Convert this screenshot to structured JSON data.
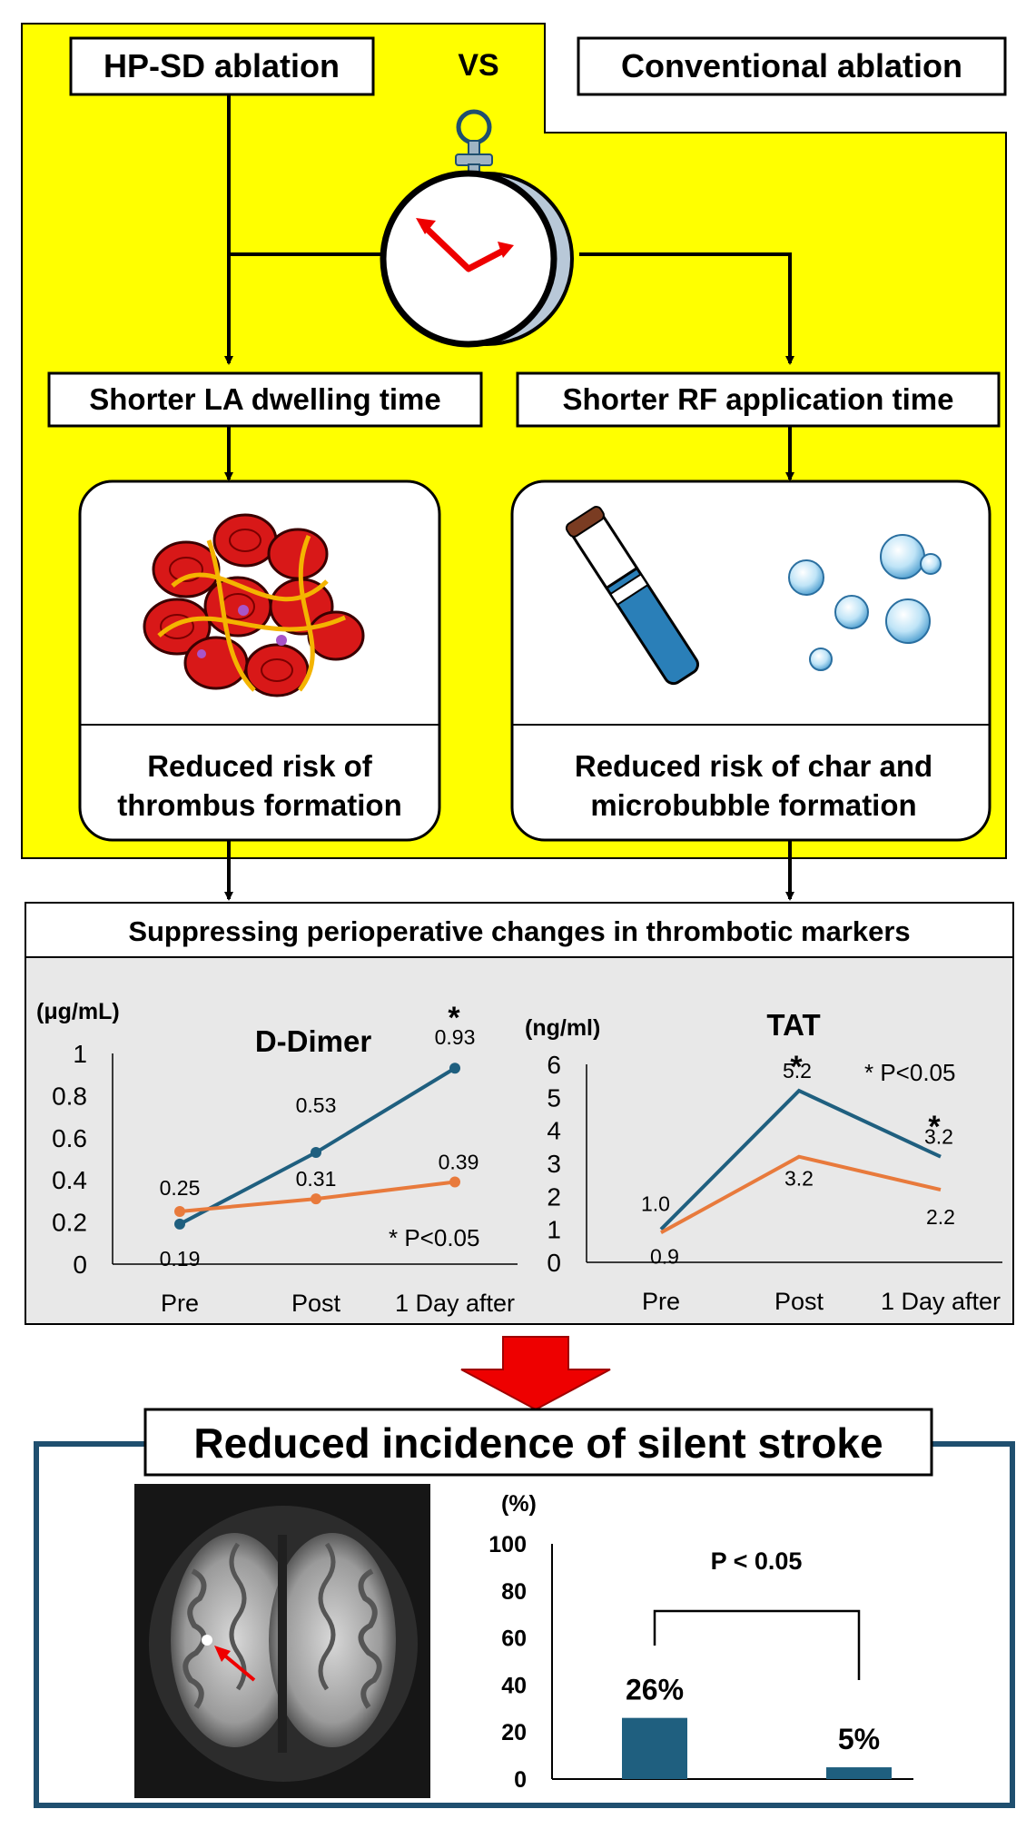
{
  "top": {
    "hpsd_label": "HP-SD ablation",
    "vs_label": "VS",
    "conventional_label": "Conventional ablation",
    "left_step": "Shorter LA dwelling time",
    "right_step": "Shorter RF application time",
    "left_outcome_line1": "Reduced risk of",
    "left_outcome_line2": "thrombus formation",
    "right_outcome_line1": "Reduced risk of char and",
    "right_outcome_line2": "microbubble formation"
  },
  "markers": {
    "title": "Suppressing perioperative changes in thrombotic markers"
  },
  "colors": {
    "yellow": "#ffff00",
    "hpsd_series": "#1f5f7f",
    "conventional_series": "#e87a3c",
    "panel_gray": "#e8e8e8",
    "stroke_frame": "#1f4f6f",
    "arrow_red": "#ee0000"
  },
  "chart_data": [
    {
      "type": "line",
      "title": "D-Dimer",
      "unit_label": "(μg/mL)",
      "categories": [
        "Pre",
        "Post",
        "1 Day after"
      ],
      "ylim": [
        0,
        1
      ],
      "yticks": [
        "0",
        "0.2",
        "0.4",
        "0.6",
        "0.8",
        "1"
      ],
      "series": [
        {
          "color": "#1f5f7f",
          "values": [
            0.19,
            0.53,
            0.93
          ],
          "labels": [
            "0.19",
            "0.53",
            "0.93"
          ]
        },
        {
          "color": "#e87a3c",
          "values": [
            0.25,
            0.31,
            0.39
          ],
          "labels": [
            "0.25",
            "0.31",
            "0.39"
          ]
        }
      ],
      "annotation": "* P<0.05",
      "star": "*"
    },
    {
      "type": "line",
      "title": "TAT",
      "unit_label": "(ng/ml)",
      "categories": [
        "Pre",
        "Post",
        "1 Day after"
      ],
      "ylim": [
        0,
        6
      ],
      "yticks": [
        "0",
        "1",
        "2",
        "3",
        "4",
        "5",
        "6"
      ],
      "series": [
        {
          "color": "#1f5f7f",
          "values": [
            1.0,
            5.2,
            3.2
          ],
          "labels": [
            "1.0",
            "5.2",
            "3.2"
          ]
        },
        {
          "color": "#e87a3c",
          "values": [
            0.9,
            3.2,
            2.2
          ],
          "labels": [
            "0.9",
            "3.2",
            "2.2"
          ]
        }
      ],
      "annotation": "* P<0.05",
      "star": "*"
    },
    {
      "type": "bar",
      "unit_label": "(%)",
      "ylim": [
        0,
        100
      ],
      "yticks": [
        "0",
        "20",
        "40",
        "60",
        "80",
        "100"
      ],
      "values": [
        26,
        5
      ],
      "value_labels": [
        "26%",
        "5%"
      ],
      "bar_color": "#1f5f7f",
      "annotation": "P < 0.05"
    }
  ],
  "stroke": {
    "title": "Reduced incidence of silent stroke"
  }
}
